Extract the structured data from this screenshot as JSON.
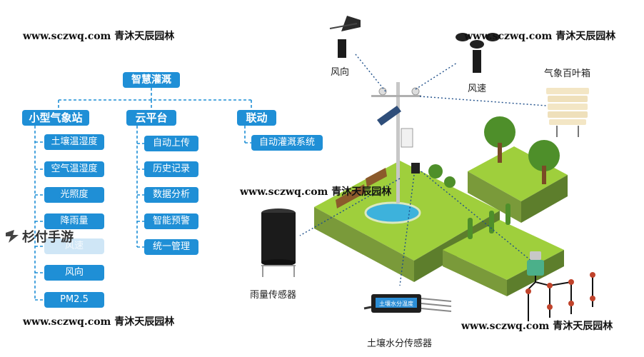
{
  "watermarks": {
    "top_left": "www.sczwq.com 青沐天辰园林",
    "top_right": "www.sczwq.com 青沐天辰园林",
    "center": "www.sczwq.com 青沐天辰园林",
    "bottom_left": "www.sczwq.com 青沐天辰园林",
    "bottom_right": "www.sczwq.com 青沐天辰园林"
  },
  "tree": {
    "root": "智慧灌溉",
    "groups": [
      {
        "title": "小型气象站",
        "items": [
          "土壤温湿度",
          "空气温湿度",
          "光照度",
          "降雨量",
          "风速",
          "风向",
          "PM2.5"
        ]
      },
      {
        "title": "云平台",
        "items": [
          "自动上传",
          "历史记录",
          "数据分析",
          "智能预警",
          "统一管理"
        ]
      },
      {
        "title": "联动",
        "items": [
          "自动灌溉系统"
        ]
      }
    ]
  },
  "device_labels": {
    "wind_direction": "风向",
    "wind_speed": "风速",
    "louver_box": "气象百叶箱",
    "rain_gauge": "雨量传感器",
    "soil_sensor": "土壤水分传感器"
  },
  "soil_sensor_display": "土壤水分温度",
  "logo_text": "杉付手游",
  "colors": {
    "node_blue": "#1f8fd6",
    "grass": "#9fcf3c",
    "water": "#3db2dc"
  }
}
